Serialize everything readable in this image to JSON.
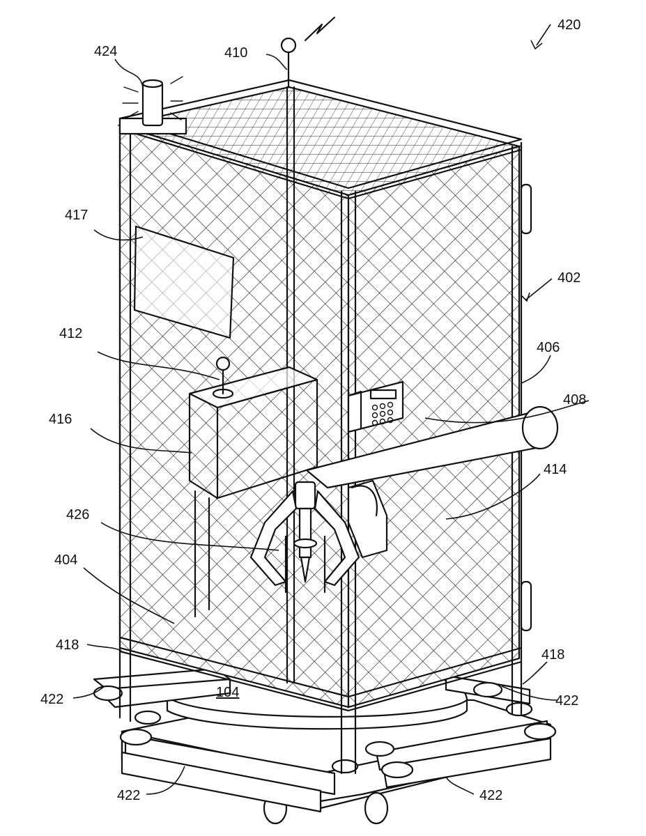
{
  "figure": {
    "reference_numerals": {
      "n420": "420",
      "n424": "424",
      "n410": "410",
      "n417": "417",
      "n402": "402",
      "n412": "412",
      "n406": "406",
      "n408": "408",
      "n416": "416",
      "n414": "414",
      "n426": "426",
      "n404": "404",
      "n418_left": "418",
      "n418_right": "418",
      "n422_left": "422",
      "n422_right": "422",
      "n104": "104",
      "n422_bottom_left": "422",
      "n422_bottom_right": "422"
    }
  },
  "colors": {
    "line": "#111111",
    "background": "#ffffff"
  }
}
